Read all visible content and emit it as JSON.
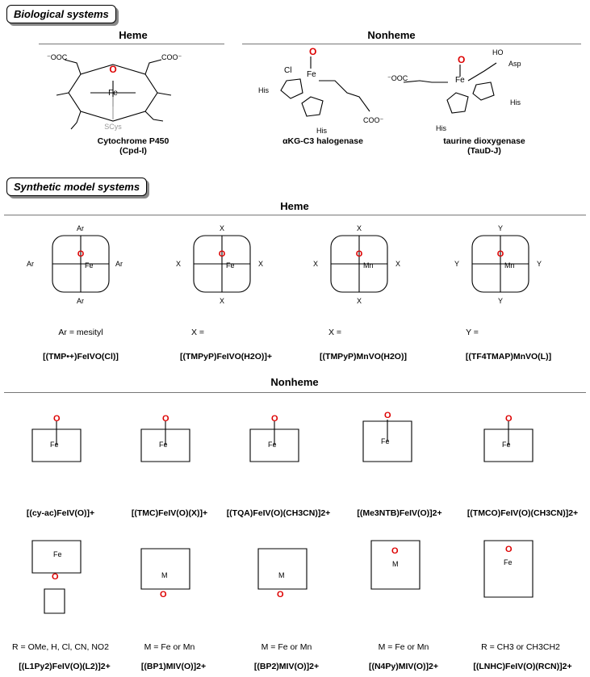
{
  "sections": {
    "bio": "Biological systems",
    "synthetic": "Synthetic model systems"
  },
  "headers": {
    "bio_heme": "Heme",
    "bio_nonheme": "Nonheme",
    "syn_heme": "Heme",
    "syn_nonheme": "Nonheme"
  },
  "bio": {
    "p450_line1": "Cytochrome P450",
    "p450_line2": "(Cpd-I)",
    "akg": "αKG-C3 halogenase",
    "taud_line1": "taurine dioxygenase",
    "taud_line2": "(TauD-J)"
  },
  "heme_models": {
    "tmp_note": "Ar = mesityl",
    "tmp_label": "[(TMP•+)FeIVO(Cl)]",
    "tmpyp_fe_note": "X =",
    "tmpyp_fe_label": "[(TMPyP)FeIVO(H2O)]+",
    "tmpyp_mn_note": "X =",
    "tmpyp_mn_label": "[(TMPyP)MnVO(H2O)]",
    "tf4_note": "Y =",
    "tf4_label": "[(TF4TMAP)MnVO(L)]"
  },
  "nonheme_row1": [
    "[(cy-ac)FeIV(O)]+",
    "[(TMC)FeIV(O)(X)]+",
    "[(TQA)FeIV(O)(CH3CN)]2+",
    "[(Me3NTB)FeIV(O)]2+",
    "[(TMCO)FeIV(O)(CH3CN)]2+"
  ],
  "nonheme_row2_notes": [
    "R = OMe, H, Cl, CN, NO2",
    "M = Fe or Mn",
    "M = Fe or Mn",
    "M = Fe or Mn",
    "R = CH3 or CH3CH2"
  ],
  "nonheme_row2": [
    "[(L1Py2)FeIV(O)(L2)]2+",
    "[(BP1)MIV(O)]2+",
    "[(BP2)MIV(O)]2+",
    "[(N4Py)MIV(O)]2+",
    "[(LNHC)FeIV(O)(RCN)]2+"
  ],
  "colors": {
    "oxo": "#dd0000",
    "gray_ligand": "#999999",
    "rule": "#777777"
  }
}
